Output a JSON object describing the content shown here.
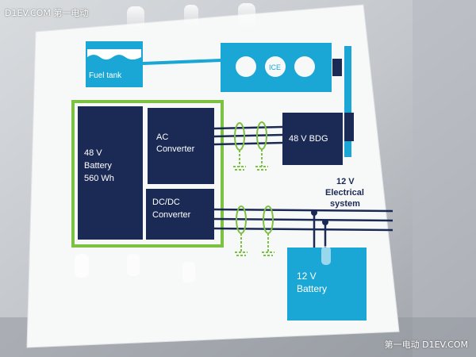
{
  "watermark": {
    "top_left": "D1EV.COM 第一电动",
    "bottom_right": "第一电动 D1EV.COM"
  },
  "diagram": {
    "fuel_tank": "Fuel tank",
    "ice": "ICE",
    "battery_48v": [
      "48 V",
      "Battery",
      "560 Wh"
    ],
    "ac_converter": [
      "AC",
      "Converter"
    ],
    "dcdc_converter": [
      "DC/DC",
      "Converter"
    ],
    "bdg_48v": "48 V BDG",
    "electrical_system_12v": [
      "12 V",
      "Electrical",
      "system"
    ],
    "battery_12v": [
      "12 V",
      "Battery"
    ]
  },
  "colors": {
    "navy": "#1b2a55",
    "cyan": "#1ba7d6",
    "green": "#7cc142",
    "board": "#f7f8f8",
    "background": "#c9ccd1"
  }
}
